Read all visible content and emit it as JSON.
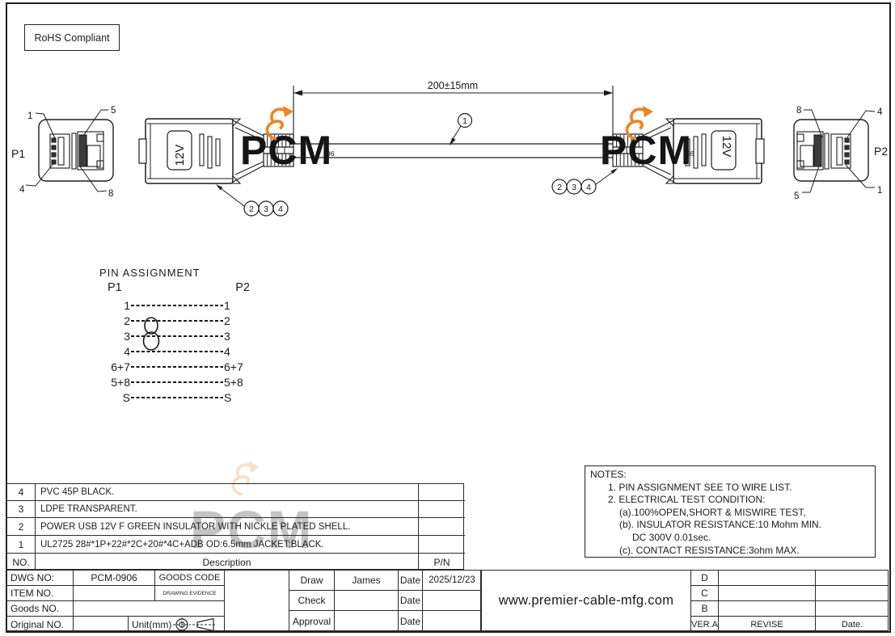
{
  "rohs": {
    "label": "RoHS Compliant"
  },
  "watermark": {
    "text": "PCM",
    "sup": "96",
    "color": "#ee8322"
  },
  "drawing": {
    "dimension_label": "200±15mm",
    "cable_callout": "1",
    "callout_group": [
      "2",
      "3",
      "4"
    ],
    "connector_label": "12V",
    "p1_label": "P1",
    "p2_label": "P2",
    "p1_pins": {
      "top_left": "1",
      "top_right": "5",
      "bottom_left": "4",
      "bottom_right": "8"
    },
    "p2_pins": {
      "top_left": "8",
      "top_right": "4",
      "bottom_left": "5",
      "bottom_right": "1"
    }
  },
  "pin_assignment": {
    "title": "PIN  ASSIGNMENT",
    "p1_header": "P1",
    "p2_header": "P2",
    "rows": [
      {
        "p1": "1",
        "p2": "1"
      },
      {
        "p1": "2",
        "p2": "2"
      },
      {
        "p1": "3",
        "p2": "3"
      },
      {
        "p1": "4",
        "p2": "4"
      },
      {
        "p1": "6+7",
        "p2": "6+7"
      },
      {
        "p1": "5+8",
        "p2": "5+8"
      },
      {
        "p1": "S",
        "p2": "S"
      }
    ]
  },
  "notes": {
    "title": "NOTES:",
    "lines": [
      "1. PIN ASSIGNMENT SEE TO WIRE LIST.",
      "2. ELECTRICAL TEST CONDITION:",
      "(a).100%OPEN,SHORT & MISWIRE TEST,",
      "(b). INSULATOR RESISTANCE:10 Mohm MIN.",
      "DC 300V 0.01sec.",
      "(c). CONTACT RESISTANCE:3ohm MAX."
    ]
  },
  "parts_table": {
    "headers": {
      "no": "NO.",
      "description": "Description",
      "pn": "P/N"
    },
    "rows": [
      {
        "no": "4",
        "description": "PVC 45P BLACK.",
        "pn": ""
      },
      {
        "no": "3",
        "description": "LDPE TRANSPARENT.",
        "pn": ""
      },
      {
        "no": "2",
        "description": "POWER USB 12V F GREEN INSULATOR WITH NICKLE PLATED SHELL.",
        "pn": ""
      },
      {
        "no": "1",
        "description": "UL2725 28#*1P+22#*2C+20#*4C+ADB OD:6.5mm JACKET:BLACK.",
        "pn": ""
      }
    ]
  },
  "title_block": {
    "dwg_no_label": "DWG NO:",
    "dwg_no": "PCM-0906",
    "goods_code_label": "GOODS CODE",
    "item_no_label": "ITEM NO.",
    "drawing_evidence": "DRAWING EVIDENCE",
    "goods_no_label": "Goods NO.",
    "original_no_label": "Original NO.",
    "unit_label": "Unit(mm)",
    "draw_label": "Draw",
    "draw_name": "James",
    "date_label": "Date",
    "draw_date": "2025/12/23",
    "check_label": "Check",
    "approval_label": "Approval",
    "website": "www.premier-cable-mfg.com",
    "revisions": {
      "rows": [
        "D",
        "C",
        "B"
      ],
      "ver": "VER.A",
      "revise": "REVISE",
      "date": "Date."
    }
  }
}
